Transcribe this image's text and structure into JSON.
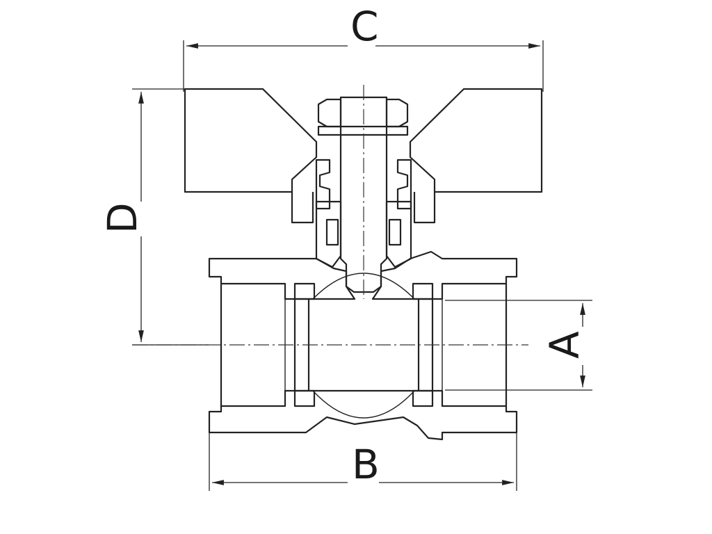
{
  "dimensions": {
    "A": "A",
    "B": "B",
    "C": "C",
    "D": "D"
  },
  "colors": {
    "line": "#222222",
    "background": "#ffffff"
  }
}
